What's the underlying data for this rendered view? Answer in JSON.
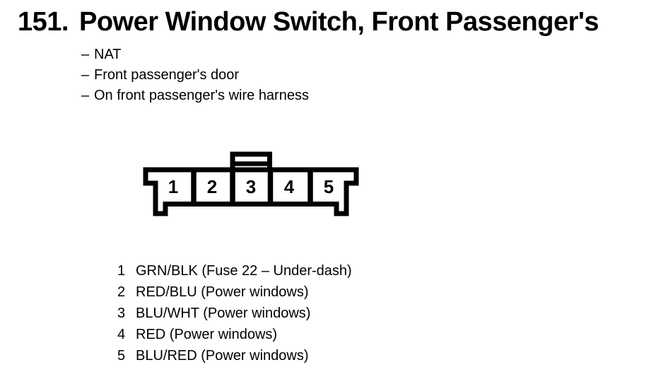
{
  "page": {
    "background": "#ffffff",
    "ink": "#000000"
  },
  "entry": {
    "number": "151.",
    "title": "Power Window Switch, Front Passenger's",
    "bullet": "–",
    "notes": [
      "NAT",
      "Front passenger's door",
      "On front passenger's wire harness"
    ]
  },
  "connector": {
    "description": "5-cavity connector, front view, lock tab above cavity 3",
    "pin_labels": [
      "1",
      "2",
      "3",
      "4",
      "5"
    ]
  },
  "pinout": [
    {
      "pin": "1",
      "desc": "GRN/BLK (Fuse 22 – Under-dash)"
    },
    {
      "pin": "2",
      "desc": "RED/BLU (Power windows)"
    },
    {
      "pin": "3",
      "desc": "BLU/WHT (Power windows)"
    },
    {
      "pin": "4",
      "desc": "RED (Power windows)"
    },
    {
      "pin": "5",
      "desc": "BLU/RED (Power windows)"
    }
  ]
}
